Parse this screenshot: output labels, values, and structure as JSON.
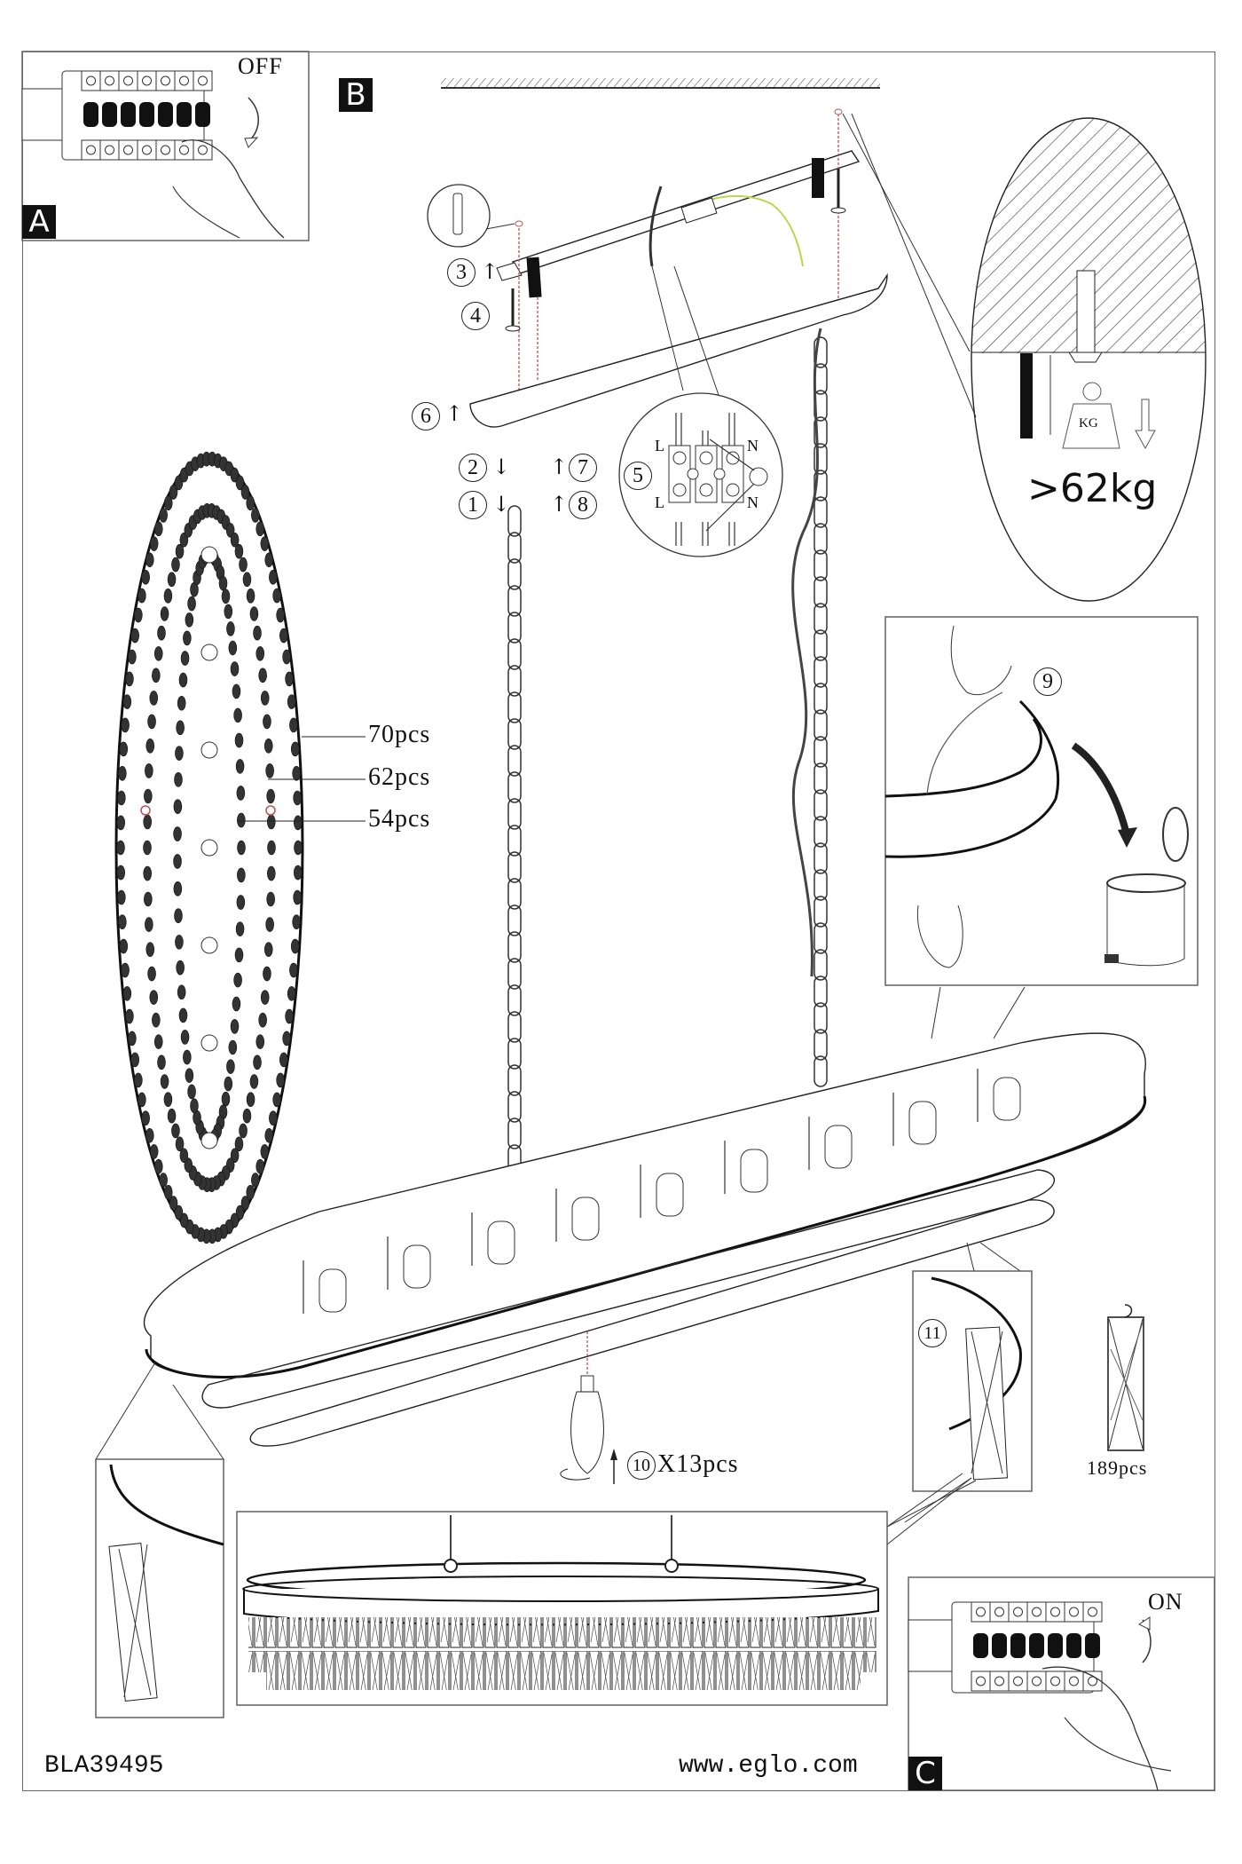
{
  "document": {
    "model_code": "BLA39495",
    "website": "www.eglo.com"
  },
  "panels": {
    "A": {
      "letter": "A",
      "switch_state": "OFF"
    },
    "B": {
      "letter": "B"
    },
    "C": {
      "letter": "C",
      "switch_state": "ON"
    }
  },
  "steps": {
    "s1": "1",
    "s2": "2",
    "s3": "3",
    "s4": "4",
    "s5": "5",
    "s6": "6",
    "s7": "7",
    "s8": "8",
    "s9": "9",
    "s10": "10",
    "s11": "11"
  },
  "bulb": {
    "quantity_label": "X13pcs"
  },
  "weight": {
    "label": ">62kg",
    "badge": "KG"
  },
  "wiring": {
    "live": "L",
    "neutral": "N"
  },
  "crystal_rings": [
    {
      "count": "70pcs"
    },
    {
      "count": "62pcs"
    },
    {
      "count": "54pcs"
    }
  ],
  "crystal_total": {
    "count": "189pcs"
  },
  "colors": {
    "line": "#222222",
    "frame": "#666666",
    "earth_wire": "#b8d94a",
    "guide_dotted": "#c0504d",
    "label_bg": "#111111"
  }
}
